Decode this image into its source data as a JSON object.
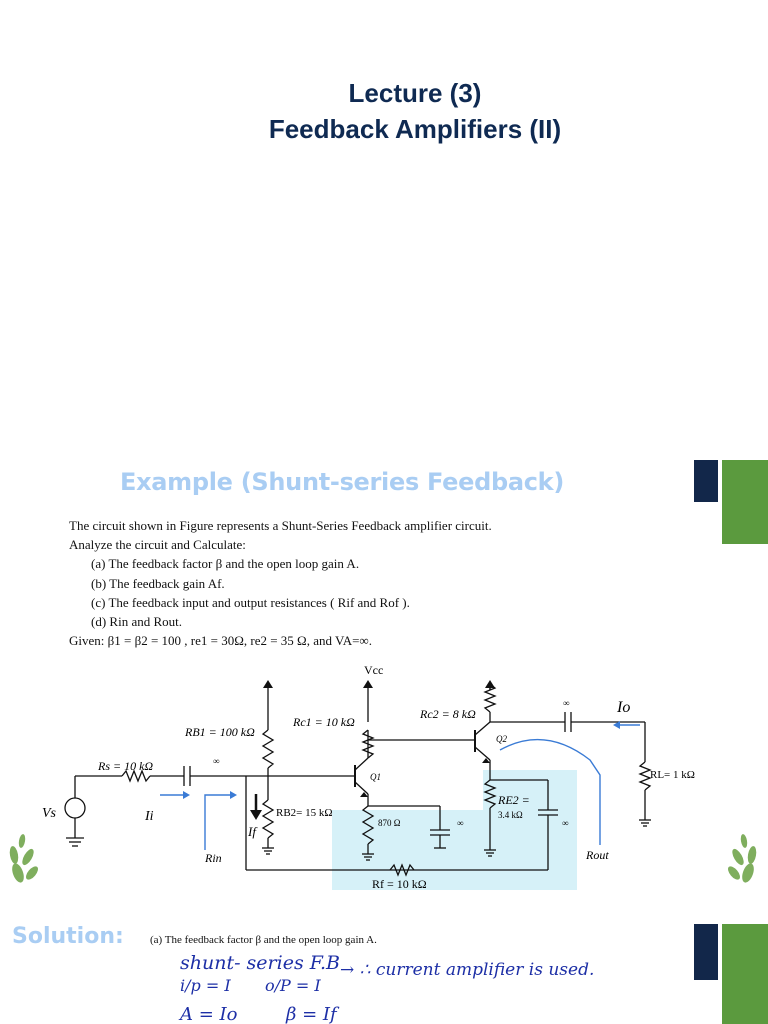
{
  "lecture": {
    "line1": "Lecture (3)",
    "line2": "Feedback Amplifiers (II)"
  },
  "example": {
    "title": "Example (Shunt-series Feedback)",
    "problem": {
      "intro1": "The circuit shown in Figure represents a Shunt-Series Feedback amplifier circuit.",
      "intro2": "Analyze the circuit and Calculate:",
      "items": [
        "(a) The feedback factor β and the open loop gain A.",
        "(b) The feedback gain Af.",
        "(c) The feedback input and output resistances ( Rif and Rof ).",
        "(d) Rin and Rout."
      ],
      "given": "Given: β1 = β2 = 100 , re1 = 30Ω, re2 = 35 Ω, and VA=∞."
    },
    "circuit": {
      "vcc": "Vcc",
      "rb1": "RB1 = 100 kΩ",
      "rc1": "Rc1 = 10 kΩ",
      "rc2": "Rc2 = 8 kΩ",
      "rs": "Rs = 10 kΩ",
      "rb2": "RB2= 15 kΩ",
      "re1": "870 Ω",
      "re2_a": "RE2 =",
      "re2_b": "3.4 kΩ",
      "rf": "Rf = 10 kΩ",
      "rl": "RL= 1 kΩ",
      "vs": "Vs",
      "ii": "Ii",
      "if": "If",
      "io": "Io",
      "rin": "Rin",
      "rout": "Rout",
      "q1": "Q1",
      "q2": "Q2",
      "inf": "∞"
    }
  },
  "solution": {
    "label": "Solution:",
    "question": "(a) The feedback factor β and the open loop gain A.",
    "hand1": "shunt- series F.B",
    "hand1b": "→ ∴ current amplifier is used.",
    "hand2a": "i/p = I",
    "hand2b": "o/P = I",
    "hand3a": "A = Io",
    "hand3b": "β = If"
  },
  "colors": {
    "title_navy": "#0f2a52",
    "accent_light_blue": "#a9cdf3",
    "deco_navy": "#12274a",
    "deco_green": "#5b9a3e",
    "highlight": "#d6f1f8",
    "handwriting": "#1d2fa6"
  }
}
